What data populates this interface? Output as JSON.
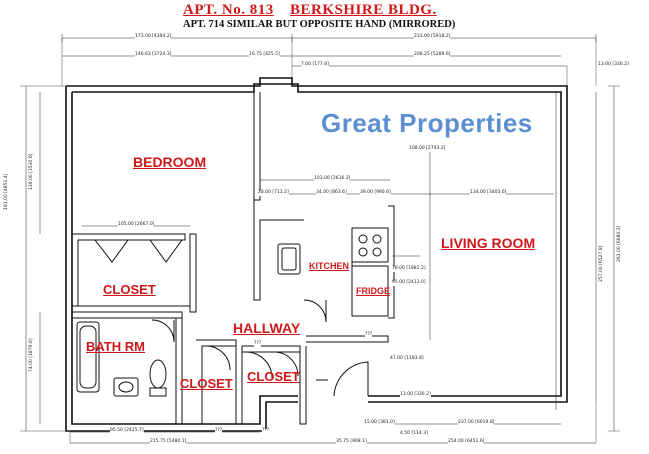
{
  "header": {
    "title_apt": "APT. No. 813",
    "title_bldg": "BERKSHIRE BLDG.",
    "subtitle": "APT. 714 SIMILAR BUT OPPOSITE HAND (MIRRORED)"
  },
  "brand": {
    "text": "Great Properties"
  },
  "rooms": {
    "bedroom": "BEDROOM",
    "living_room": "LIVING ROOM",
    "closet_bedroom": "CLOSET",
    "kitchen": "KITCHEN",
    "fridge": "FRIDGE",
    "hallway": "HALLWAY",
    "bath": "BATH RM",
    "closet_hall_left": "CLOSET",
    "closet_hall_right": "CLOSET"
  },
  "dimensions": {
    "top_left_overall": "173.00 [4394.2]",
    "top_right_overall": "233.00 [5918.2]",
    "bedroom_width": "146.63 [3724.3]",
    "partition_gap": "16.75 [425.5]",
    "step_7": "7.00 [177.8]",
    "living_span": "208.25 [5289.6]",
    "right_corner": "13.00 [330.2]",
    "kitchen_width": "103.00 [2616.2]",
    "kitchen_a": "28.00 [711.2]",
    "kitchen_b": "34.00 [863.6]",
    "kitchen_c": "39.00 [990.6]",
    "living_partial": "134.00 [3403.6]",
    "closet_width": "105.00 [2667.0]",
    "living_depth": "108.00 [2743.2]",
    "fridge_h": "78.00 [1981.2]",
    "fridge_w": "95.00 [2413.0]",
    "bedroom_height": "139.00 [3530.6]",
    "left_overall_height": "191.00 [4851.4]",
    "bath_height": "74.00 [1879.6]",
    "right_inner_height": "257.00 [6527.8]",
    "right_overall_height": "263.00 [6680.2]",
    "bath_width": "95.50 [2425.7]",
    "entry_a": "15.00 [381.0]",
    "entry_b": "4.50 [114.3]",
    "living_bottom": "237.00 [6019.8]",
    "entry_c": "13.00 [330.2]",
    "door_gap": "47.00 [1193.8]",
    "bottom_left_overall": "215.75 [5480.1]",
    "bottom_mid": "35.75 [908.1]",
    "bottom_right_overall": "254.00 [6451.6]",
    "unlabeled": "???"
  }
}
